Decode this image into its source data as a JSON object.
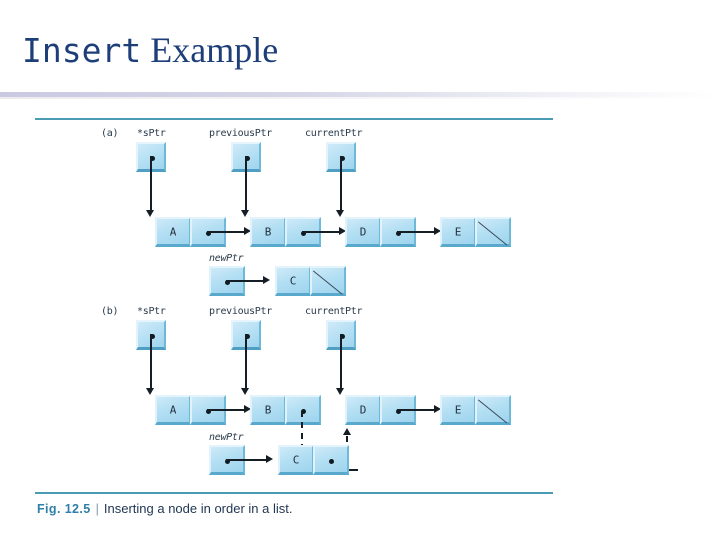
{
  "slide": {
    "title_mono": "Insert",
    "title_serif": " Example"
  },
  "figure": {
    "caption_fig": "Fig. 12.5",
    "caption_bar": "|",
    "caption_text": "Inserting a node in order in a list.",
    "rule_color": "#4a9cb5",
    "node_fill": "#b3dff3",
    "ink_color": "#151d25"
  },
  "parts": [
    {
      "key": "(a)",
      "pointers": [
        {
          "name": "*sPtr",
          "target": "node-a"
        },
        {
          "name": "previousPtr",
          "target": "node-b"
        },
        {
          "name": "currentPtr",
          "target": "node-d"
        }
      ],
      "list_nodes": [
        {
          "value": "A",
          "next": "B"
        },
        {
          "value": "B",
          "next": "D"
        },
        {
          "value": "D",
          "next": "E"
        },
        {
          "value": "E",
          "next": "null"
        }
      ],
      "new_node": {
        "pointer_name": "newPtr",
        "value": "C",
        "next": "null"
      }
    },
    {
      "key": "(b)",
      "pointers": [
        {
          "name": "*sPtr",
          "target": "node-a"
        },
        {
          "name": "previousPtr",
          "target": "node-b"
        },
        {
          "name": "currentPtr",
          "target": "node-d"
        }
      ],
      "list_nodes": [
        {
          "value": "A",
          "next": "B"
        },
        {
          "value": "B",
          "next": "C"
        },
        {
          "value": "D",
          "next": "E"
        },
        {
          "value": "E",
          "next": "null"
        }
      ],
      "new_node": {
        "pointer_name": "newPtr",
        "value": "C",
        "next": "D"
      }
    }
  ]
}
